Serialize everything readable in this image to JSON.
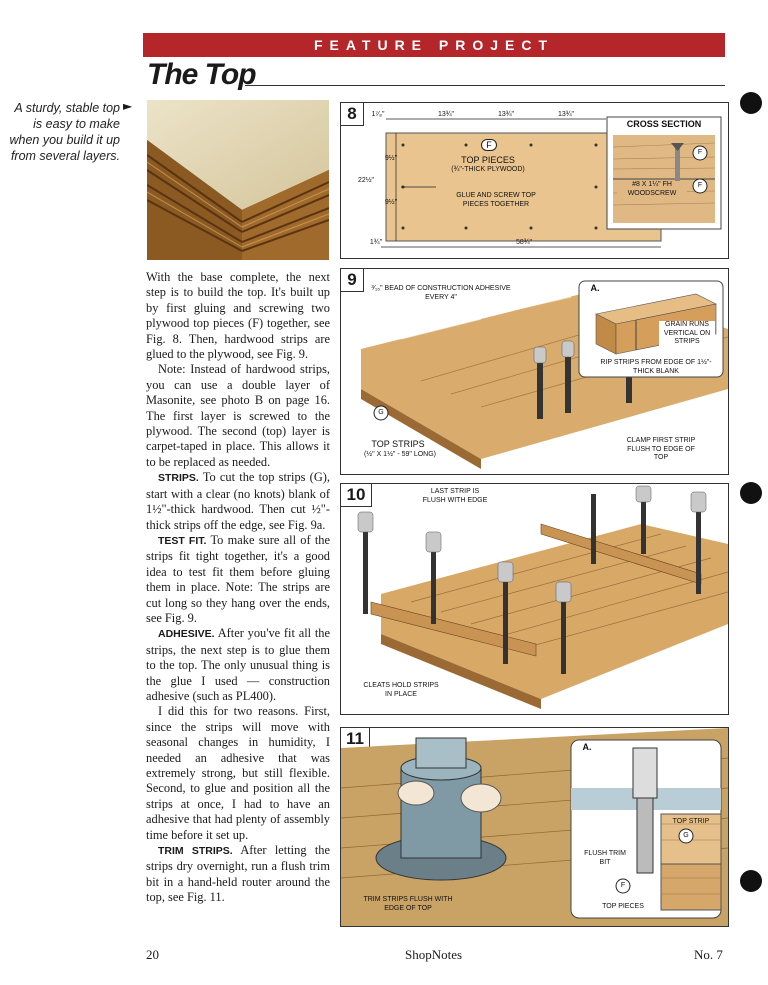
{
  "header": {
    "banner": "FEATURE PROJECT",
    "title": "The Top"
  },
  "photo_caption": "A sturdy, stable top is easy to make when you build it up from several layers.",
  "figures": {
    "fig8": {
      "number": "8",
      "dims": {
        "d1": "1⁷⁄₈\"",
        "d2": "13¾\"",
        "d3": "13¾\"",
        "d4": "13¾\"",
        "d5": "9½\"",
        "d6": "22½\"",
        "d7": "9½\"",
        "d8": "1¾\"",
        "d9": "58¾\""
      },
      "callout_f": "F",
      "label_top": "TOP PIECES",
      "label_sub": "(¾\"-THICK PLYWOOD)",
      "label_glue": "GLUE AND SCREW TOP PIECES TOGETHER",
      "cross_title": "CROSS SECTION",
      "screw_label": "#8 x 1¼\" Fh WOODSCREW"
    },
    "fig9": {
      "number": "9",
      "bead_label": "³⁄₁₆\" BEAD OF CONSTRUCTION ADHESIVE EVERY 4\"",
      "callout_g": "G",
      "strips_label": "TOP STRIPS",
      "strips_sub": "(½\" x 1½\" - 59\" LONG)",
      "clamp_label": "CLAMP FIRST STRIP FLUSH TO EDGE OF TOP",
      "inset_letter": "a.",
      "grain_label": "GRAIN RUNS VERTICAL ON STRIPS",
      "rip_label": "RIP STRIPS FROM EDGE OF 1½\"-THICK BLANK"
    },
    "fig10": {
      "number": "10",
      "last_strip_label": "LAST STRIP IS FLUSH WITH EDGE",
      "cleats_label": "CLEATS HOLD STRIPS IN PLACE"
    },
    "fig11": {
      "number": "11",
      "trim_label": "TRIM STRIPS FLUSH WITH EDGE OF TOP",
      "inset_letter": "a.",
      "flush_bit_label": "FLUSH TRIM BIT",
      "top_strip_label": "TOP STRIP",
      "callout_g": "G",
      "callout_f": "F",
      "top_pieces_label": "TOP PIECES"
    }
  },
  "body": {
    "p1": "With the base complete, the next step is to build the top. It's built up by first gluing and screwing two plywood top pieces (F) together, see Fig. 8. Then, hardwood strips are glued to the plywood, see Fig. 9.",
    "p2": "Note: Instead of hardwood strips, you can use a double layer of Masonite, see photo B on page 16. The first layer is screwed to the plywood. The second (top) layer is carpet-taped in place. This allows it to be replaced as needed.",
    "p3_head": "STRIPS.",
    "p3": " To cut the top strips (G), start with a clear (no knots) blank of 1½\"-thick hardwood. Then cut ½\"-thick strips off the edge, see Fig. 9a.",
    "p4_head": "TEST FIT.",
    "p4": " To make sure all of the strips fit tight together, it's a good idea to test fit them before gluing them in place. Note: The strips are cut long so they hang over the ends, see Fig. 9.",
    "p5_head": "ADHESIVE.",
    "p5": " After you've fit all the strips, the next step is to glue them to the top. The only unusual thing is the glue I used — construction adhesive (such as PL400).",
    "p6": "I did this for two reasons. First, since the strips will move with seasonal changes in humidity, I needed an adhesive that was extremely strong, but still flexible. Second, to glue and position all the strips at once, I had to have an adhesive that had plenty of assembly time before it set up.",
    "p7_head": "TRIM STRIPS.",
    "p7": " After letting the strips dry overnight, run a flush trim bit in a hand-held router around the top, see Fig. 11."
  },
  "footer": {
    "page": "20",
    "publication": "ShopNotes",
    "issue": "No. 7"
  }
}
